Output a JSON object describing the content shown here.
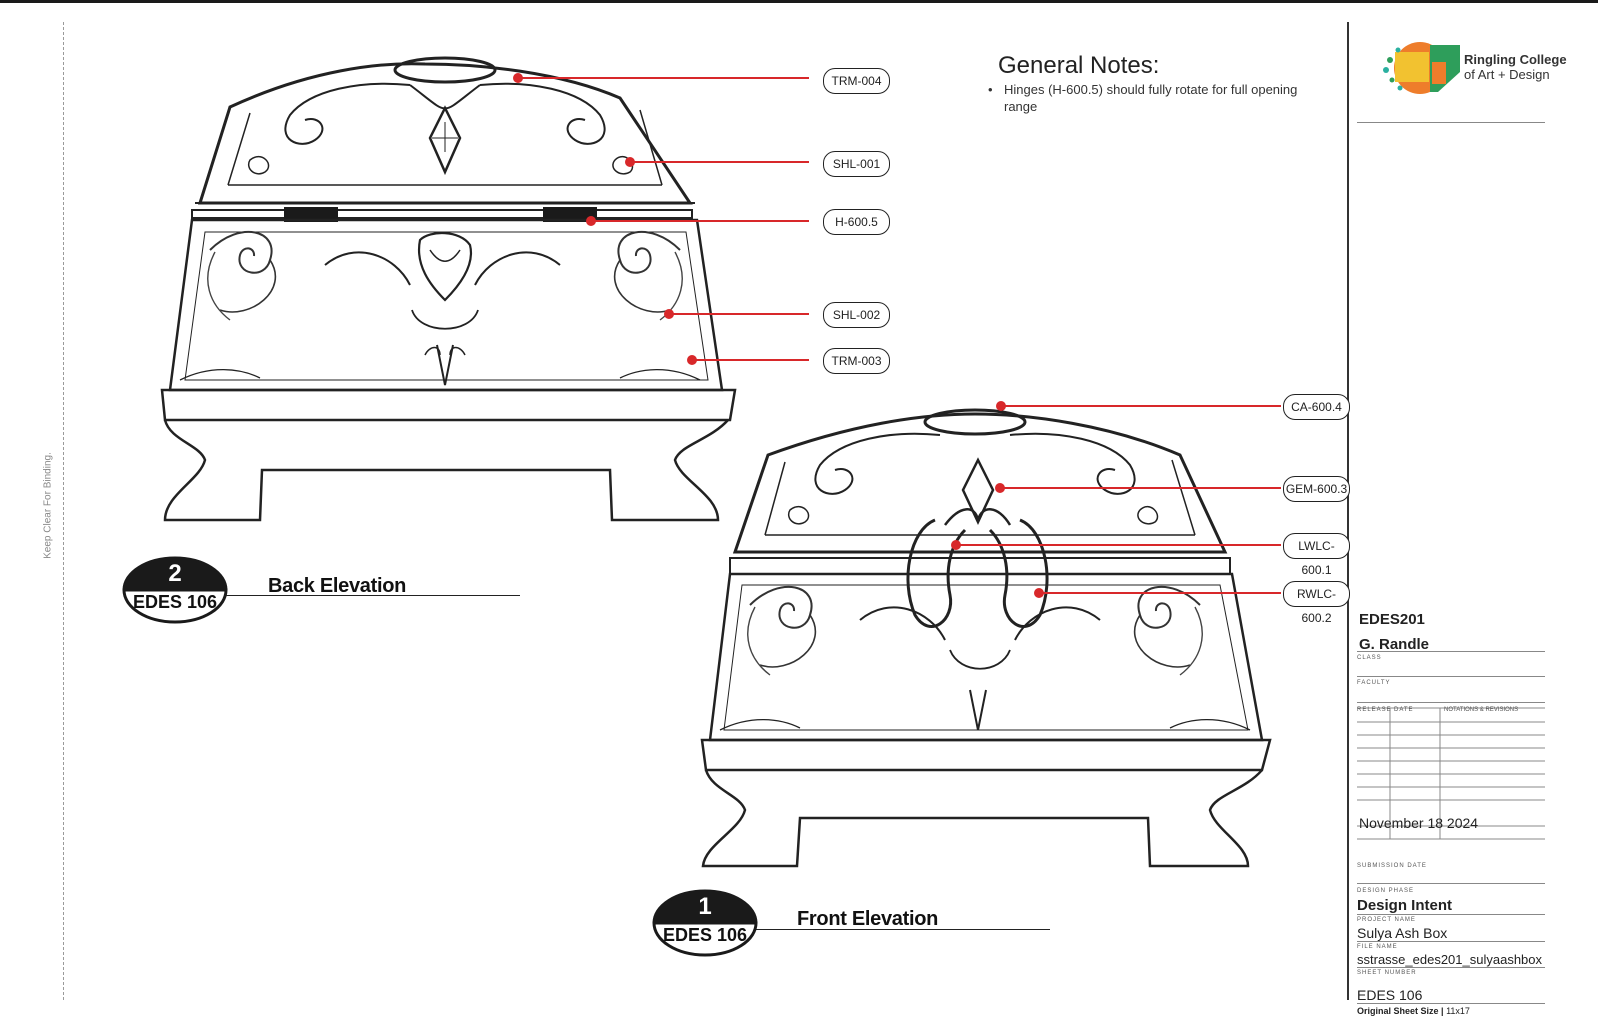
{
  "binding_note": "Keep Clear For Binding.",
  "general_notes": {
    "title": "General Notes:",
    "items": [
      "Hinges (H-600.5) should fully rotate for full opening range"
    ]
  },
  "tags": {
    "trm004": "TRM-004",
    "shl001": "SHL-001",
    "h6005": "H-600.5",
    "shl002": "SHL-002",
    "trm003": "TRM-003",
    "ca6004": "CA-600.4",
    "gem6003": "GEM-600.3",
    "lwlc6001": "LWLC-600.1",
    "rwlc6002": "RWLC-600.2"
  },
  "views": {
    "back": {
      "number": "2",
      "sheet": "EDES 106",
      "title": "Back Elevation"
    },
    "front": {
      "number": "1",
      "sheet": "EDES 106",
      "title": "Front Elevation"
    }
  },
  "title_block": {
    "logo": {
      "line1": "Ringling College",
      "line2": "of Art + Design"
    },
    "class_value": "EDES201",
    "faculty_value": "G. Randle",
    "class_caption": "CLASS",
    "faculty_caption": "FACULTY",
    "revision_headers": [
      "RELEASE",
      "DATE",
      "NOTATIONS & REVISIONS"
    ],
    "submission_date": "November 18 2024",
    "submission_date_caption": "SUBMISSION DATE",
    "design_phase_caption": "DESIGN PHASE",
    "design_phase": "Design Intent",
    "project_name_caption": "PROJECT NAME",
    "project_name": "Sulya Ash Box",
    "file_name_caption": "FILE NAME",
    "file_name": "sstrasse_edes201_sulyaashbox",
    "sheet_number_caption": "SHEET NUMBER",
    "sheet_number": "EDES 106",
    "sheet_size_label": "Original Sheet Size",
    "sheet_size": "11x17"
  },
  "colors": {
    "leader_red": "#d8282a",
    "ink": "#222222",
    "logo_orange": "#ee7d2b",
    "logo_green": "#2e9e5b",
    "logo_yellow": "#f2c230"
  }
}
